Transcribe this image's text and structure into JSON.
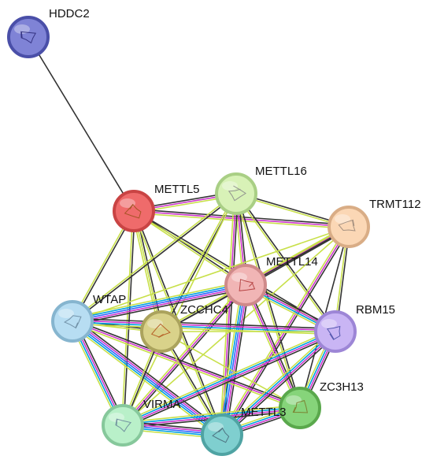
{
  "nodes": [
    {
      "id": "HDDC2",
      "label": "HDDC2",
      "fill": "#7f83d6",
      "stroke": "#4a4fa8",
      "glyph": "#2e2b7a"
    },
    {
      "id": "METTL5",
      "label": "METTL5",
      "fill": "#ef6b6b",
      "stroke": "#c94444",
      "glyph": "#a0521f"
    },
    {
      "id": "METTL16",
      "label": "METTL16",
      "fill": "#d8f2b7",
      "stroke": "#a9cf85",
      "glyph": "#8a8a8a"
    },
    {
      "id": "TRMT112",
      "label": "TRMT112",
      "fill": "#fbd7b5",
      "stroke": "#d9ad86",
      "glyph": "#9c8a7a"
    },
    {
      "id": "METTL14",
      "label": "METTL14",
      "fill": "#f1b5b5",
      "stroke": "#cf8a8a",
      "glyph": "#b03a3a"
    },
    {
      "id": "WTAP",
      "label": "WTAP",
      "fill": "#b7ddf2",
      "stroke": "#86b5cf",
      "glyph": "#6a8aa0"
    },
    {
      "id": "ZCCHC4",
      "label": "ZCCHC4",
      "fill": "#d9d28a",
      "stroke": "#aba35d",
      "glyph": "#b2561e"
    },
    {
      "id": "RBM15",
      "label": "RBM15",
      "fill": "#c9b5f4",
      "stroke": "#9d86d6",
      "glyph": "#4a4fa8"
    },
    {
      "id": "ZC3H13",
      "label": "ZC3H13",
      "fill": "#86d47a",
      "stroke": "#5aa84c",
      "glyph": "#7a7a2a"
    },
    {
      "id": "VIRMA",
      "label": "VIRMA",
      "fill": "#b9f0c9",
      "stroke": "#86c89b",
      "glyph": "#6a8a9a"
    },
    {
      "id": "METTL3",
      "label": "METTL3",
      "fill": "#7fcfcf",
      "stroke": "#4fa3a3",
      "glyph": "#4a6a7a"
    }
  ],
  "edges": [
    {
      "a": "HDDC2",
      "b": "METTL5",
      "colors": [
        "#333333"
      ]
    },
    {
      "a": "METTL5",
      "b": "METTL16",
      "colors": [
        "#333333",
        "#cc33cc",
        "#c8e04a"
      ]
    },
    {
      "a": "METTL5",
      "b": "TRMT112",
      "colors": [
        "#333333",
        "#cc33cc",
        "#c8e04a"
      ]
    },
    {
      "a": "METTL5",
      "b": "METTL14",
      "colors": [
        "#333333",
        "#c8e04a"
      ]
    },
    {
      "a": "METTL5",
      "b": "WTAP",
      "colors": [
        "#333333",
        "#c8e04a"
      ]
    },
    {
      "a": "METTL5",
      "b": "ZCCHC4",
      "colors": [
        "#333333",
        "#c8e04a",
        "#c8e04a"
      ]
    },
    {
      "a": "METTL5",
      "b": "RBM15",
      "colors": [
        "#333333",
        "#c8e04a"
      ]
    },
    {
      "a": "METTL5",
      "b": "VIRMA",
      "colors": [
        "#333333",
        "#c8e04a"
      ]
    },
    {
      "a": "METTL5",
      "b": "METTL3",
      "colors": [
        "#333333",
        "#c8e04a"
      ]
    },
    {
      "a": "METTL16",
      "b": "TRMT112",
      "colors": [
        "#333333",
        "#c8e04a"
      ]
    },
    {
      "a": "METTL16",
      "b": "METTL14",
      "colors": [
        "#333333",
        "#cc33cc",
        "#c8e04a"
      ]
    },
    {
      "a": "METTL16",
      "b": "WTAP",
      "colors": [
        "#333333",
        "#c8e04a"
      ]
    },
    {
      "a": "METTL16",
      "b": "ZCCHC4",
      "colors": [
        "#333333",
        "#c8e04a"
      ]
    },
    {
      "a": "METTL16",
      "b": "RBM15",
      "colors": [
        "#333333",
        "#c8e04a"
      ]
    },
    {
      "a": "METTL16",
      "b": "VIRMA",
      "colors": [
        "#c8e04a"
      ]
    },
    {
      "a": "METTL16",
      "b": "METTL3",
      "colors": [
        "#333333",
        "#cc33cc",
        "#c8e04a"
      ]
    },
    {
      "a": "METTL16",
      "b": "ZC3H13",
      "colors": [
        "#333333",
        "#c8e04a"
      ]
    },
    {
      "a": "TRMT112",
      "b": "METTL14",
      "colors": [
        "#333333",
        "#cc33cc",
        "#c8e04a"
      ]
    },
    {
      "a": "TRMT112",
      "b": "RBM15",
      "colors": [
        "#333333",
        "#c8e04a"
      ]
    },
    {
      "a": "TRMT112",
      "b": "ZCCHC4",
      "colors": [
        "#333333",
        "#c8e04a"
      ]
    },
    {
      "a": "TRMT112",
      "b": "METTL3",
      "colors": [
        "#333333",
        "#cc33cc",
        "#c8e04a"
      ]
    },
    {
      "a": "TRMT112",
      "b": "VIRMA",
      "colors": [
        "#c8e04a"
      ]
    },
    {
      "a": "TRMT112",
      "b": "ZC3H13",
      "colors": [
        "#333333"
      ]
    },
    {
      "a": "TRMT112",
      "b": "WTAP",
      "colors": [
        "#c8e04a"
      ]
    },
    {
      "a": "METTL14",
      "b": "WTAP",
      "colors": [
        "#333333",
        "#cc33cc",
        "#3366ff",
        "#00a0e0",
        "#c8e04a"
      ]
    },
    {
      "a": "METTL14",
      "b": "ZCCHC4",
      "colors": [
        "#333333",
        "#c8e04a"
      ]
    },
    {
      "a": "METTL14",
      "b": "RBM15",
      "colors": [
        "#333333",
        "#cc33cc",
        "#00a0e0",
        "#c8e04a"
      ]
    },
    {
      "a": "METTL14",
      "b": "ZC3H13",
      "colors": [
        "#333333",
        "#cc33cc",
        "#c8e04a"
      ]
    },
    {
      "a": "METTL14",
      "b": "VIRMA",
      "colors": [
        "#333333",
        "#cc33cc",
        "#c8e04a"
      ]
    },
    {
      "a": "METTL14",
      "b": "METTL3",
      "colors": [
        "#333333",
        "#cc33cc",
        "#3366ff",
        "#00a0e0",
        "#c8e04a"
      ]
    },
    {
      "a": "WTAP",
      "b": "ZCCHC4",
      "colors": [
        "#333333",
        "#c8e04a"
      ]
    },
    {
      "a": "WTAP",
      "b": "RBM15",
      "colors": [
        "#333333",
        "#cc33cc",
        "#00a0e0",
        "#c8e04a"
      ]
    },
    {
      "a": "WTAP",
      "b": "VIRMA",
      "colors": [
        "#333333",
        "#cc33cc",
        "#00a0e0",
        "#c8e04a"
      ]
    },
    {
      "a": "WTAP",
      "b": "METTL3",
      "colors": [
        "#333333",
        "#cc33cc",
        "#3366ff",
        "#00a0e0",
        "#c8e04a"
      ]
    },
    {
      "a": "WTAP",
      "b": "ZC3H13",
      "colors": [
        "#333333",
        "#cc33cc",
        "#c8e04a"
      ]
    },
    {
      "a": "ZCCHC4",
      "b": "RBM15",
      "colors": [
        "#c8e04a"
      ]
    },
    {
      "a": "ZCCHC4",
      "b": "METTL3",
      "colors": [
        "#333333",
        "#c8e04a"
      ]
    },
    {
      "a": "ZCCHC4",
      "b": "VIRMA",
      "colors": [
        "#333333",
        "#c8e04a"
      ]
    },
    {
      "a": "ZCCHC4",
      "b": "ZC3H13",
      "colors": [
        "#c8e04a"
      ]
    },
    {
      "a": "RBM15",
      "b": "ZC3H13",
      "colors": [
        "#333333",
        "#cc33cc",
        "#00a0e0",
        "#c8e04a"
      ]
    },
    {
      "a": "RBM15",
      "b": "VIRMA",
      "colors": [
        "#333333",
        "#cc33cc",
        "#00a0e0",
        "#c8e04a"
      ]
    },
    {
      "a": "RBM15",
      "b": "METTL3",
      "colors": [
        "#333333",
        "#cc33cc",
        "#00a0e0",
        "#c8e04a"
      ]
    },
    {
      "a": "ZC3H13",
      "b": "VIRMA",
      "colors": [
        "#333333",
        "#cc33cc",
        "#00a0e0",
        "#c8e04a"
      ]
    },
    {
      "a": "ZC3H13",
      "b": "METTL3",
      "colors": [
        "#333333",
        "#cc33cc",
        "#00a0e0",
        "#c8e04a"
      ]
    },
    {
      "a": "VIRMA",
      "b": "METTL3",
      "colors": [
        "#333333",
        "#cc33cc",
        "#3366ff",
        "#00a0e0",
        "#c8e04a"
      ]
    }
  ]
}
